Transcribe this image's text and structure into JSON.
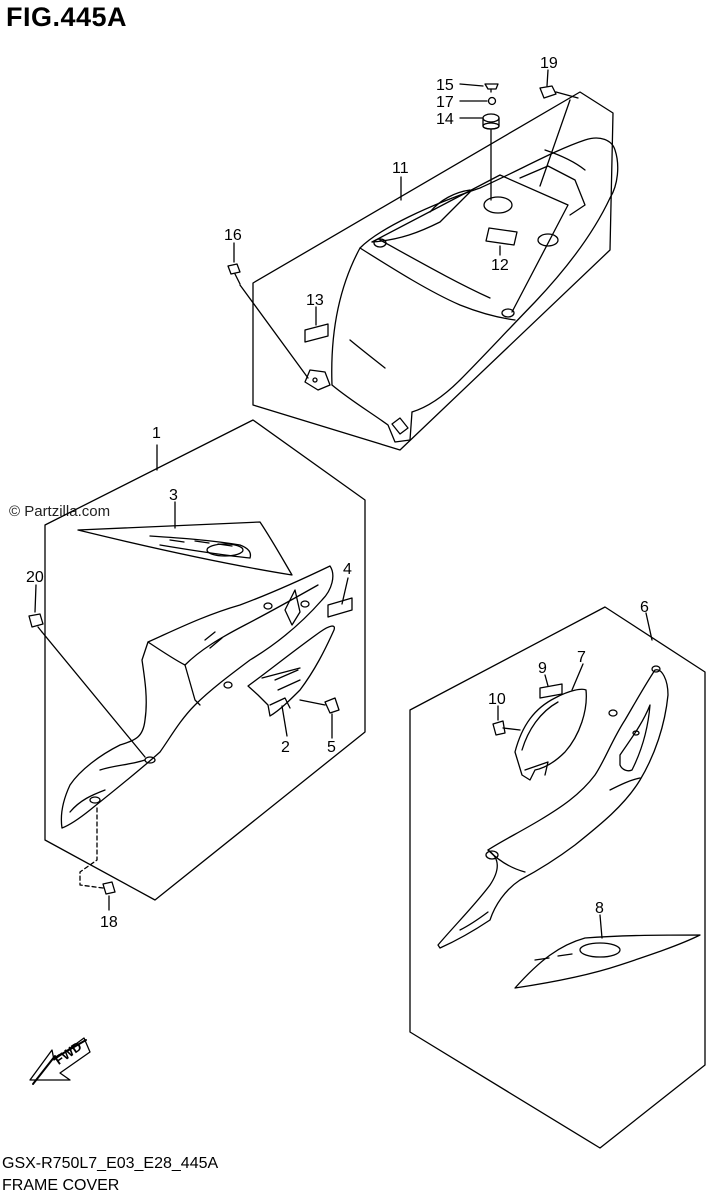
{
  "figure": {
    "title": "FIG.445A",
    "watermark": "© Partzilla.com",
    "code": "GSX-R750L7_E03_E28_445A",
    "name": "FRAME COVER",
    "fwd_label": "FWD"
  },
  "callouts": {
    "c1": "1",
    "c2": "2",
    "c3": "3",
    "c4": "4",
    "c5": "5",
    "c6": "6",
    "c7": "7",
    "c8": "8",
    "c9": "9",
    "c10": "10",
    "c11": "11",
    "c12": "12",
    "c13": "13",
    "c14": "14",
    "c15": "15",
    "c16": "16",
    "c17": "17",
    "c18": "18",
    "c19": "19",
    "c20": "20"
  }
}
